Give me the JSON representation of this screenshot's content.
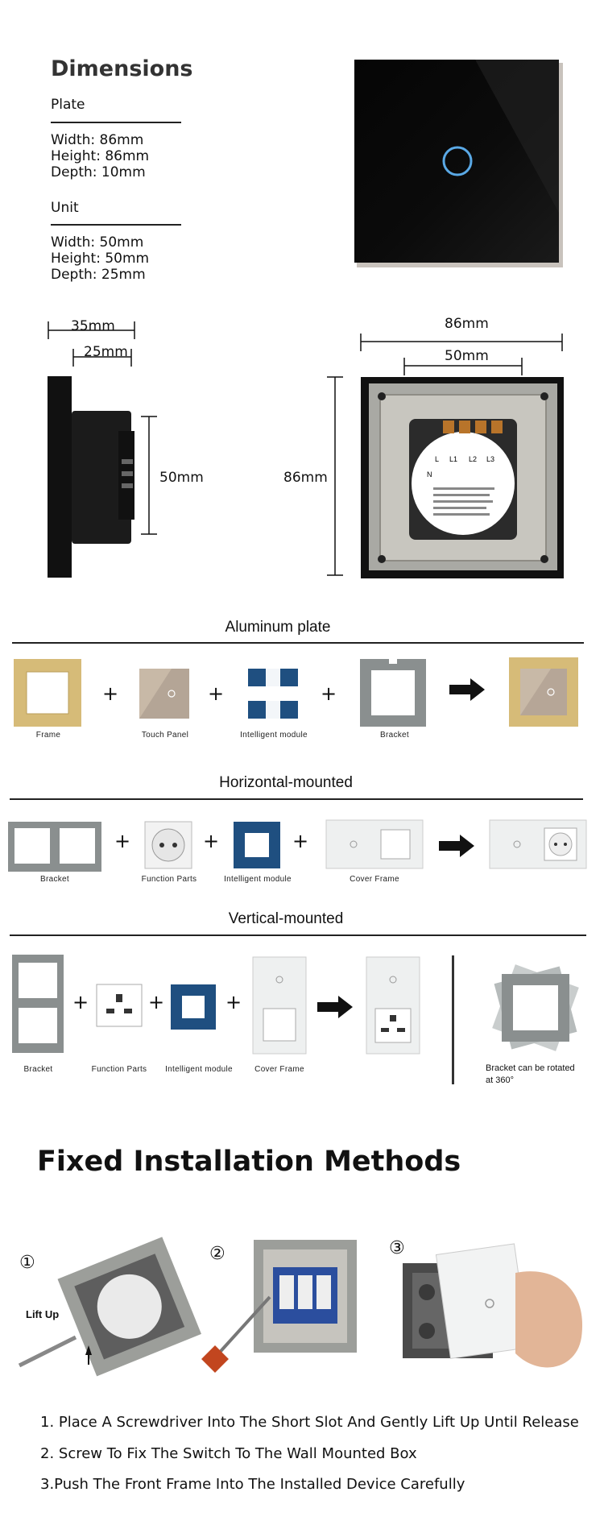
{
  "dimensions": {
    "title": "Dimensions",
    "plate": {
      "label": "Plate",
      "width": "Width: 86mm",
      "height": "Height: 86mm",
      "depth": "Depth: 10mm"
    },
    "unit": {
      "label": "Unit",
      "width": "Width: 50mm",
      "height": "Height: 50mm",
      "depth": "Depth: 25mm"
    }
  },
  "side_view": {
    "d1": "35mm",
    "d2": "25mm",
    "height": "50mm"
  },
  "back_view": {
    "outer_width": "86mm",
    "inner_width": "50mm",
    "outer_height": "86mm",
    "terminals": [
      "L",
      "L1",
      "L2",
      "L3"
    ],
    "terminal_n": "N"
  },
  "aluminum": {
    "title": "Aluminum plate",
    "items": [
      "Frame",
      "Touch Panel",
      "Intelligent module",
      "Bracket"
    ],
    "plus": "+"
  },
  "horizontal": {
    "title": "Horizontal-mounted",
    "items": [
      "Bracket",
      "Function Parts",
      "Intelligent module",
      "Cover Frame"
    ]
  },
  "vertical": {
    "title": "Vertical-mounted",
    "items": [
      "Bracket",
      "Function Parts",
      "Intelligent module",
      "Cover Frame"
    ],
    "rotate_note_1": "Bracket can be rotated",
    "rotate_note_2": "at 360°"
  },
  "install": {
    "title": "Fixed Installation Methods",
    "step_markers": [
      "①",
      "②",
      "③"
    ],
    "lift_label": "Lift Up",
    "steps": [
      "1. Place A Screwdriver Into The Short Slot And Gently Lift Up Until Release",
      "2. Screw To Fix The Switch To The Wall Mounted Box",
      "3.Push The Front Frame Into The Installed Device Carefully"
    ]
  },
  "colors": {
    "panel_black": "#0a0a0a",
    "ring_blue": "#5aa9e6",
    "gold": "#d6bb78",
    "bracket_gray": "#8a8f8f",
    "module_blue": "#1f4f80"
  }
}
